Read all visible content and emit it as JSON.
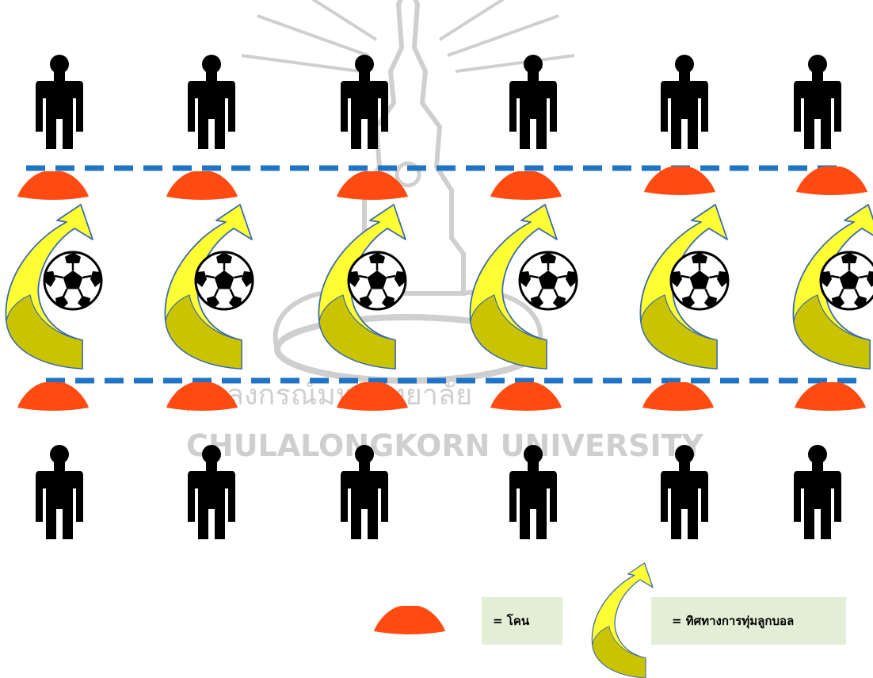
{
  "diagram": {
    "colors": {
      "player": "#000000",
      "cone": "#ff4b12",
      "line": "#1f74c6",
      "arrow_fill": "#ffff33",
      "arrow_inner": "#c9c300",
      "arrow_stroke": "#3a6ab0",
      "legend_bg": "#e3eed7",
      "watermark": "#cfcfcf"
    },
    "watermark": {
      "thai_text": "จุฬาลงกรณ์มหาวิทยาลัย",
      "english_text": "CHULALONGKORN UNIVERSITY"
    },
    "icons": {
      "player": "person-icon",
      "cone": "cone-icon",
      "ball": "soccer-ball-icon",
      "arrow": "curved-arrow-icon"
    },
    "columns": 6,
    "rows": [
      "top-players",
      "top-cones",
      "balls-with-arrows",
      "bottom-cones",
      "bottom-players"
    ]
  },
  "legend": {
    "cone_label": "= โคน",
    "arrow_label": "= ทิศทางการทุ่มลูกบอล"
  }
}
